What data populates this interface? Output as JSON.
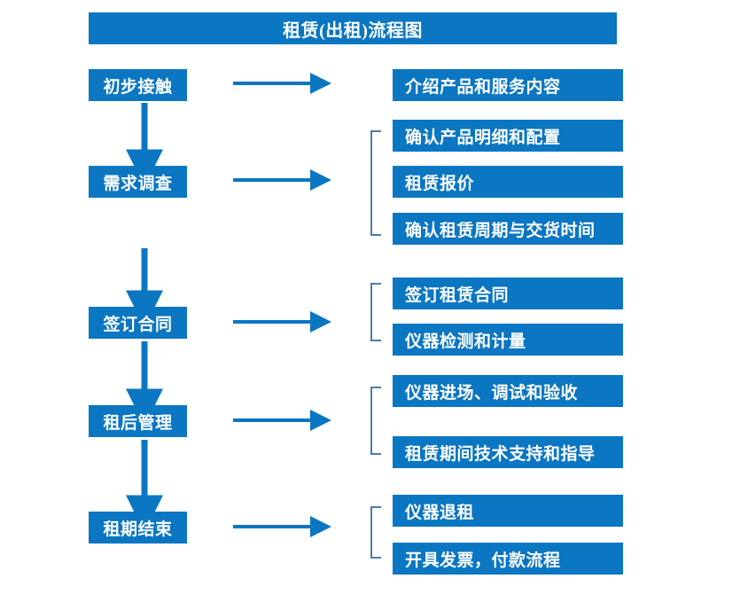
{
  "diagram": {
    "title": "租赁(出租)流程图",
    "theme": {
      "box_fill": "#0b76c2",
      "box_text": "#ffffff",
      "arrow_color": "#0b76c2",
      "bracket_color": "#4a7ab0",
      "page_background": "#ffffff"
    },
    "stages": [
      {
        "label": "初步接触"
      },
      {
        "label": "需求调查"
      },
      {
        "label": "签订合同"
      },
      {
        "label": "租后管理"
      },
      {
        "label": "租期结束"
      }
    ],
    "details": [
      {
        "label": "介绍产品和服务内容"
      },
      {
        "label": "确认产品明细和配置"
      },
      {
        "label": "租赁报价"
      },
      {
        "label": "确认租赁周期与交货时间"
      },
      {
        "label": "签订租赁合同"
      },
      {
        "label": "仪器检测和计量"
      },
      {
        "label": "仪器进场、调试和验收"
      },
      {
        "label": "租赁期间技术支持和指导"
      },
      {
        "label": "仪器退租"
      },
      {
        "label": "开具发票，付款流程"
      }
    ],
    "connectors": {
      "horizontal_arrows": 5,
      "vertical_arrows": 4,
      "brackets": 4
    }
  }
}
